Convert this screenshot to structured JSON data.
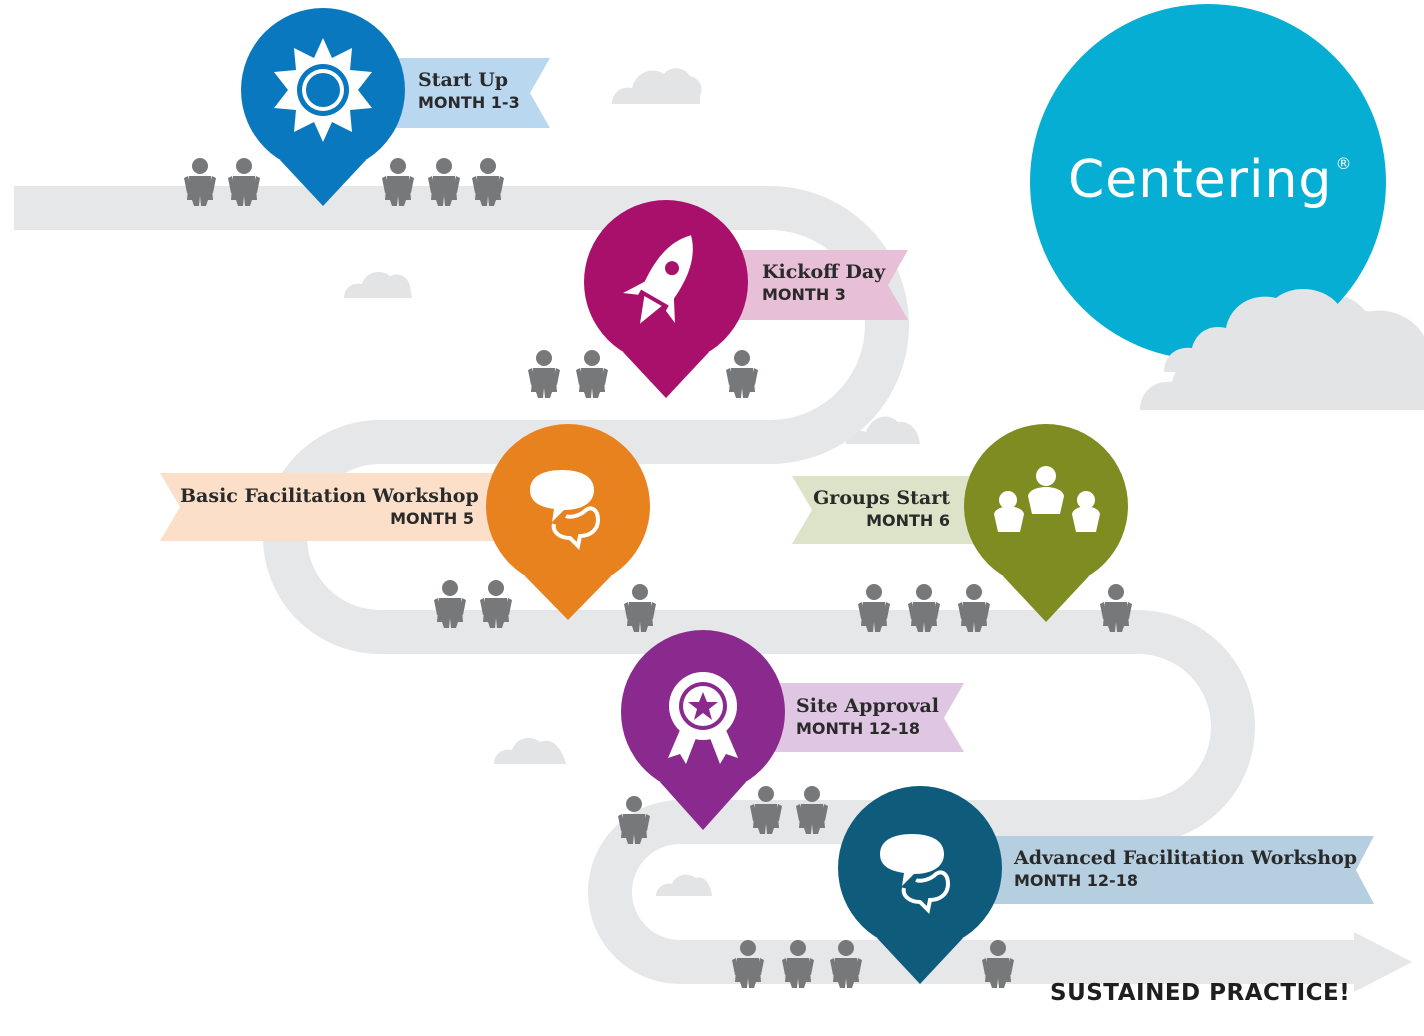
{
  "logo": {
    "text": "Centering",
    "mark": "®"
  },
  "milestones": [
    {
      "title": "Start Up",
      "month": "MONTH 1-3",
      "color": "#0a78bf",
      "ribbon": "#b9d7ee",
      "icon": "sun-icon"
    },
    {
      "title": "Kickoff Day",
      "month": "MONTH 3",
      "color": "#a8106c",
      "ribbon": "#e7bfd6",
      "icon": "rocket-icon"
    },
    {
      "title": "Basic Facilitation Workshop",
      "month": "MONTH 5",
      "color": "#e8821e",
      "ribbon": "#fbdfc8",
      "icon": "speech-bubbles-icon"
    },
    {
      "title": "Groups Start",
      "month": "MONTH 6",
      "color": "#7e8c22",
      "ribbon": "#dde3c8",
      "icon": "group-circle-icon"
    },
    {
      "title": "Site Approval",
      "month": "MONTH 12-18",
      "color": "#8a2a8e",
      "ribbon": "#dfc7e4",
      "icon": "award-ribbon-icon"
    },
    {
      "title": "Advanced Facilitation Workshop",
      "month": "MONTH 12-18",
      "color": "#0e5b7c",
      "ribbon": "#b6cfe0",
      "icon": "speech-bubbles-icon"
    }
  ],
  "final_label": "SUSTAINED PRACTICE!",
  "colors": {
    "road": "#e6e7e8",
    "cloud": "#e3e4e6",
    "person": "#77787a",
    "logo_circle": "#06aed3"
  }
}
